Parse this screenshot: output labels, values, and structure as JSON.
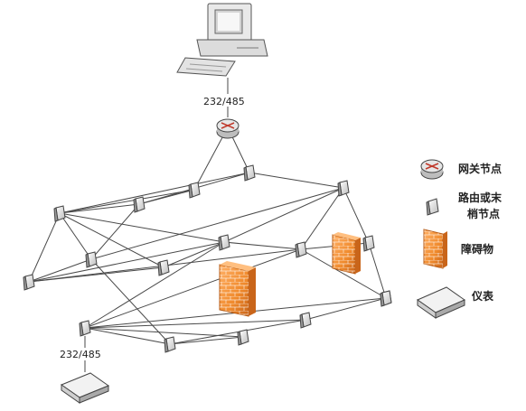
{
  "labels": {
    "top_link": "232/485",
    "bottom_link": "232/485"
  },
  "legend": {
    "gateway": "网关节点",
    "route_line1": "路由或末",
    "route_line2": "梢节点",
    "obstacle": "障碍物",
    "instrument": "仪表"
  },
  "colors": {
    "obstacle_fill": "#f08a2c",
    "obstacle_dark": "#c9651a",
    "edge": "#4a4a4a",
    "gateway_red": "#c0392b"
  },
  "nodes": [
    {
      "id": "gateway"
    },
    {
      "id": "n1"
    },
    {
      "id": "n2"
    },
    {
      "id": "n3"
    },
    {
      "id": "n4"
    },
    {
      "id": "n5"
    },
    {
      "id": "n6"
    },
    {
      "id": "n7"
    },
    {
      "id": "n8"
    },
    {
      "id": "n9"
    },
    {
      "id": "n10"
    },
    {
      "id": "n11"
    },
    {
      "id": "n12"
    },
    {
      "id": "n13"
    },
    {
      "id": "n14"
    },
    {
      "id": "n15"
    },
    {
      "id": "n16"
    },
    {
      "id": "n17"
    }
  ],
  "edges": [
    [
      "gateway",
      "n1"
    ],
    [
      "gateway",
      "n2"
    ],
    [
      "n1",
      "n3"
    ],
    [
      "n1",
      "n4"
    ],
    [
      "n1",
      "n9"
    ],
    [
      "n2",
      "n3"
    ],
    [
      "n2",
      "n4"
    ],
    [
      "n3",
      "n4"
    ],
    [
      "n3",
      "n5"
    ],
    [
      "n4",
      "n5"
    ],
    [
      "n4",
      "n6"
    ],
    [
      "n4",
      "n7"
    ],
    [
      "n4",
      "n8"
    ],
    [
      "n5",
      "n9"
    ],
    [
      "n5",
      "n6"
    ],
    [
      "n5",
      "n14"
    ],
    [
      "n6",
      "n7"
    ],
    [
      "n6",
      "n8"
    ],
    [
      "n6",
      "n11"
    ],
    [
      "n7",
      "n8"
    ],
    [
      "n8",
      "n9"
    ],
    [
      "n8",
      "n10"
    ],
    [
      "n8",
      "n11"
    ],
    [
      "n9",
      "n11"
    ],
    [
      "n9",
      "n12"
    ],
    [
      "n10",
      "n11"
    ],
    [
      "n10",
      "n14"
    ],
    [
      "n10",
      "n15"
    ],
    [
      "n10",
      "n16"
    ],
    [
      "n10",
      "n17"
    ],
    [
      "n11",
      "n12"
    ],
    [
      "n11",
      "n13"
    ],
    [
      "n12",
      "n13"
    ],
    [
      "n14",
      "n15"
    ],
    [
      "n14",
      "n16"
    ],
    [
      "n16",
      "n17"
    ]
  ]
}
